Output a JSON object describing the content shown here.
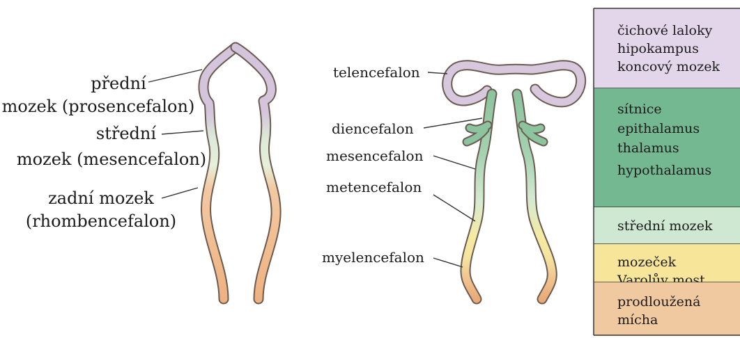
{
  "left_diagram": {
    "labels": [
      {
        "lines": [
          "přední",
          "mozek (prosencefalon)"
        ]
      },
      {
        "lines": [
          "střední",
          "mozek (mesencefalon)"
        ]
      },
      {
        "lines": [
          "zadní mozek",
          "(rhombencefalon)"
        ]
      }
    ]
  },
  "middle_diagram": {
    "labels": [
      "telencefalon",
      "diencefalon",
      "mesencefalon",
      "metencefalon",
      "myelencefalon"
    ]
  },
  "legend_table": {
    "rows": [
      {
        "lines": [
          "čichové laloky",
          "hipokampus",
          "koncový mozek"
        ],
        "color": "#e3d6ea"
      },
      {
        "lines": [
          "sítnice",
          "epithalamus",
          "thalamus",
          "hypothalamus"
        ],
        "color": "#74b892"
      },
      {
        "lines": [
          "střední mozek"
        ],
        "color": "#cfe8d2"
      },
      {
        "lines": [
          "mozeček",
          "Varolův most"
        ],
        "color": "#f7e69a"
      },
      {
        "lines": [
          "prodloužená",
          "mícha"
        ],
        "color": "#f1c9a0"
      }
    ]
  },
  "colors": {
    "prosencephalon": "#d8c8de",
    "mesencephalon": "#d6ecd6",
    "rhombencephalon": "#f0b88c",
    "diencephalon": "#8cc4a0",
    "metencephalon": "#f3e8a8"
  }
}
